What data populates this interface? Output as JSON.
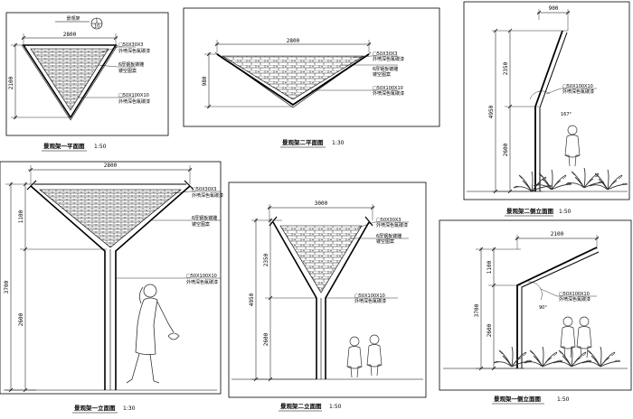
{
  "sheet": {
    "panels": [
      {
        "id": "p1-plan",
        "caption": "景观架一平面图",
        "scale": "1:50",
        "index_label": "景观架",
        "index_top": "1",
        "index_bottom": "10",
        "width_dim": "2800",
        "height_dim": "2100",
        "note_a": "□50X30X3",
        "note_a_sub": "外喷深色氟碳漆",
        "note_b": "6厚钢板镂雕",
        "note_b_sub": "镂空图案",
        "note_c": "□50X100X10",
        "note_c_sub": "外喷深色氟碳漆"
      },
      {
        "id": "p2-plan",
        "caption": "景观架二平面图",
        "scale": "1:30",
        "width_dim": "2800",
        "height_dim": "980",
        "note_a": "□50X30X3",
        "note_a_sub": "外喷深色氟碳漆",
        "note_b": "6厚钢板镂雕",
        "note_b_sub": "镂空图案",
        "note_c": "□50X100X10",
        "note_c_sub": "外喷深色氟碳漆"
      },
      {
        "id": "p3-side",
        "caption": "景观架二侧立面图",
        "scale": "1:50",
        "width_dim": "900",
        "dim_upper": "2350",
        "dim_total": "4950",
        "dim_lower": "2600",
        "angle": "167°",
        "note_c": "□50X100X10",
        "note_c_sub": "外喷深色氟碳漆"
      },
      {
        "id": "p4-front",
        "caption": "景观架一立面图",
        "scale": "1:30",
        "width_dim": "2800",
        "dim_upper": "1100",
        "dim_total": "3700",
        "dim_lower": "2600",
        "note_a": "□50X30X3",
        "note_a_sub": "外喷深色氟碳漆",
        "note_b": "6厚钢板镂雕",
        "note_b_sub": "镂空图案",
        "note_c": "□50X100X10",
        "note_c_sub": "外喷深色氟碳漆"
      },
      {
        "id": "p5-front",
        "caption": "景观架二立面图",
        "scale": "1:50",
        "width_dim": "3000",
        "dim_upper": "2350",
        "dim_total": "4950",
        "dim_lower": "2600",
        "note_a": "□50X30X3",
        "note_a_sub": "外喷深色氟碳漆",
        "note_b": "6厚钢板镂雕",
        "note_b_sub": "镂空图案",
        "note_c": "□50X100X10",
        "note_c_sub": "外喷深色氟碳漆"
      },
      {
        "id": "p6-side",
        "caption": "景观架一侧立面图",
        "scale": "1:50",
        "width_dim": "2100",
        "dim_upper": "1100",
        "dim_total": "3700",
        "dim_lower": "2600",
        "angle": "90°",
        "note_c": "□50X100X10",
        "note_c_sub": "外喷深色氟碳漆"
      }
    ]
  }
}
